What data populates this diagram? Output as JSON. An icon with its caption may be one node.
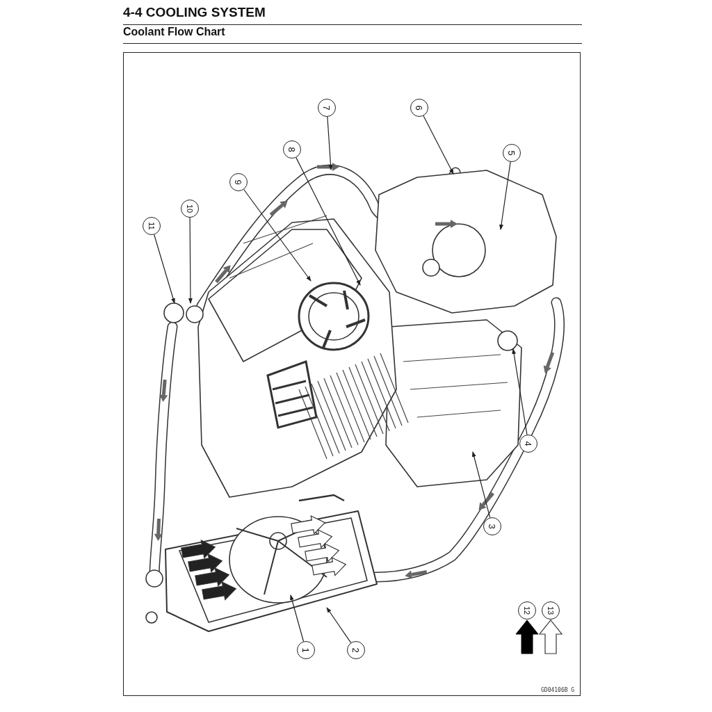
{
  "diagram": {
    "title": "4-4 COOLING SYSTEM",
    "nodes": [
      {
        "text": [
          "1"
        ]
      },
      {
        "text": [
          "2"
        ]
      },
      {
        "text": [
          "3"
        ]
      },
      {
        "text": [
          "4"
        ]
      },
      {
        "text": [
          "5"
        ]
      },
      {
        "text": [
          "6"
        ]
      },
      {
        "text": [
          "7"
        ]
      },
      {
        "text": [
          "8"
        ]
      },
      {
        "text": [
          "9"
        ]
      },
      {
        "text": [
          "10"
        ]
      },
      {
        "text": [
          "11"
        ]
      },
      {
        "text": [
          "12"
        ]
      },
      {
        "text": [
          "13"
        ]
      }
    ],
    "edges": [
      {
        "from": 0,
        "to": null,
        "arrow": "to"
      },
      {
        "from": 1,
        "to": null,
        "arrow": "to"
      },
      {
        "from": 2,
        "to": null,
        "arrow": "to"
      },
      {
        "from": 3,
        "to": null,
        "arrow": "to"
      },
      {
        "from": 4,
        "to": null,
        "arrow": "to"
      },
      {
        "from": 5,
        "to": null,
        "arrow": "to"
      },
      {
        "from": 6,
        "to": null,
        "arrow": "to"
      },
      {
        "from": 7,
        "to": null,
        "arrow": "to"
      },
      {
        "from": 8,
        "to": null,
        "arrow": "to"
      },
      {
        "from": 9,
        "to": null,
        "arrow": "to"
      },
      {
        "from": 10,
        "to": null,
        "arrow": "to"
      }
    ],
    "labels": [
      "Coolant Flow Chart",
      "GD04106B G"
    ]
  }
}
